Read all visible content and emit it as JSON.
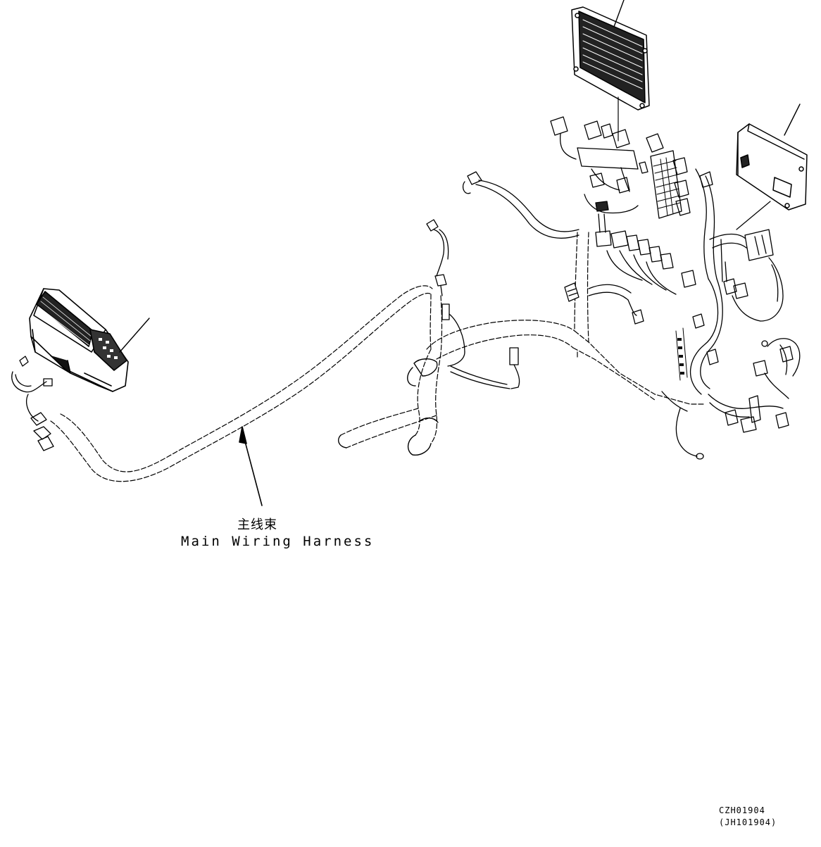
{
  "labels": {
    "harness_cn": "主线束",
    "harness_en": "Main Wiring Harness"
  },
  "codes": {
    "figure_code": "CZH01904",
    "sub_code": "(JH101904)"
  },
  "colors": {
    "line": "#000000",
    "background": "#ffffff"
  }
}
